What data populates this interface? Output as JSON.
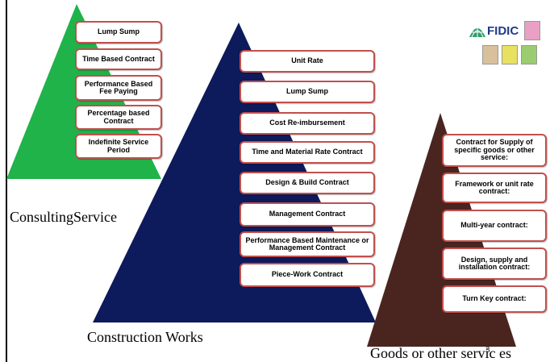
{
  "consulting": {
    "title": "ConsultingService",
    "items": [
      "Lump Sump",
      "Time Based Contract",
      "Performance Based Fee Paying",
      "Percentage based Contract",
      "Indefinite Service Period"
    ],
    "color": "#1fb34a"
  },
  "construction": {
    "title": "Construction Works",
    "items": [
      "Unit Rate",
      "Lump Sump",
      "Cost Re-imbursement",
      "Time and Material Rate Contract",
      "Design & Build Contract",
      "Management Contract",
      "Performance Based Maintenance or Management Contract",
      "Piece-Work Contract"
    ],
    "color": "#0d1a5c"
  },
  "goods": {
    "title": "Goods or other servic es",
    "items": [
      "Contract for Supply of specific goods or other service:",
      "Framework or unit rate contract:",
      "Multi-year contract:",
      "Design, supply and installation contract:",
      "Turn Key contract:"
    ],
    "color": "#4a2520"
  },
  "logo": {
    "text": "FIDIC"
  },
  "page_number": "3",
  "colors": {
    "box_border": "#c0504d"
  }
}
